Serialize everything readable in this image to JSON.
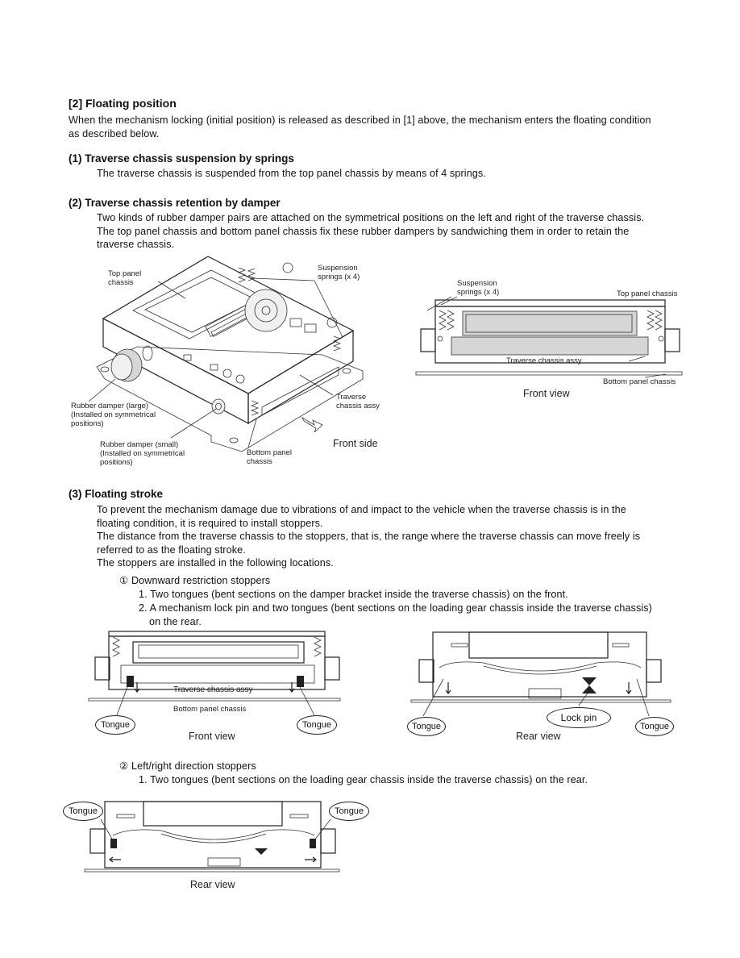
{
  "section": {
    "title": "[2] Floating position",
    "intro_line1": "When the mechanism locking (initial position) is released as described in [1] above, the mechanism enters the floating condition",
    "intro_line2": "as described below."
  },
  "sub1": {
    "title": "(1) Traverse chassis suspension by springs",
    "text": "The traverse chassis is suspended from the top panel chassis by means of 4 springs."
  },
  "sub2": {
    "title": "(2) Traverse chassis retention by damper",
    "line1": "Two kinds of rubber damper pairs are attached on the symmetrical positions on the left and right of the traverse chassis.",
    "line2": "The top panel chassis and bottom panel chassis fix these rubber dampers by sandwiching them in order to retain the",
    "line3": "traverse chassis."
  },
  "fig1": {
    "top_panel_1": "Top panel",
    "top_panel_2": "chassis",
    "susp_1": "Suspension",
    "susp_2": "springs (x 4)",
    "damper_large_1": "Rubber damper (large)",
    "damper_large_2": "(Installed on symmetrical",
    "damper_large_3": "positions)",
    "damper_small_1": "Rubber damper (small)",
    "damper_small_2": "(Installed on symmetrical",
    "damper_small_3": "positions)",
    "bottom_1": "Bottom panel",
    "bottom_2": "chassis",
    "traverse_1": "Traverse",
    "traverse_2": "chassis assy",
    "front_side": "Front side"
  },
  "fig2": {
    "susp_1": "Suspension",
    "susp_2": "springs (x 4)",
    "top_panel": "Top panel chassis",
    "traverse": "Traverse chassis assy",
    "bottom": "Bottom panel chassis",
    "caption": "Front view"
  },
  "sub3": {
    "title": "(3) Floating stroke",
    "line1": "To prevent the mechanism damage due to vibrations of and impact to the vehicle when the traverse chassis is in the",
    "line2": "floating condition, it is required to install stoppers.",
    "line3": "The distance from the traverse chassis to the stoppers, that is, the range where the traverse chassis can move freely is",
    "line4": "referred to as the floating stroke.",
    "line5": "The stoppers are installed in the following locations.",
    "item1_title": "① Downward restriction stoppers",
    "item1_a": "1. Two tongues (bent sections on the damper bracket inside the traverse chassis) on the front.",
    "item1_b1": "2. A mechanism lock pin and two tongues (bent sections on the loading gear chassis inside the traverse chassis)",
    "item1_b2": "on the rear.",
    "item2_title": "② Left/right direction stoppers",
    "item2_a": "1. Two tongues (bent sections on the loading gear chassis inside the traverse chassis) on the rear."
  },
  "fig3": {
    "traverse": "Traverse chassis assy",
    "bottom": "Bottom panel chassis",
    "tongue_left": "Tongue",
    "tongue_right": "Tongue",
    "caption": "Front view"
  },
  "fig4": {
    "tongue_left": "Tongue",
    "lock_pin": "Lock pin",
    "tongue_right": "Tongue",
    "caption": "Rear view"
  },
  "fig5": {
    "tongue_left": "Tongue",
    "tongue_right": "Tongue",
    "caption": "Rear view"
  }
}
